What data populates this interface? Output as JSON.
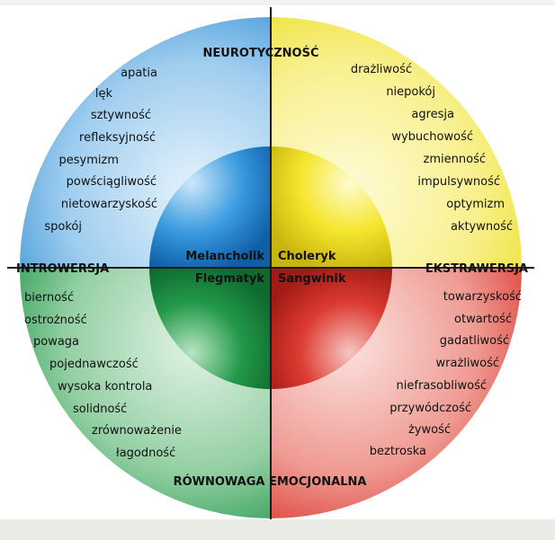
{
  "axes": {
    "top": "NEUROTYCZNOŚĆ",
    "left": "INTROWERSJA",
    "right": "EKSTRAWERSJA",
    "bottom": "RÓWNOWAGA EMOCJONALNA"
  },
  "temperaments": {
    "top_left": "Melancholik",
    "top_right": "Choleryk",
    "bottom_left": "Flegmatyk",
    "bottom_right": "Sangwinik"
  },
  "traits": {
    "top_left": [
      "apatia",
      "lęk",
      "sztywność",
      "refleksyjność",
      "pesymizm",
      "powściągliwość",
      "nietowarzyskość",
      "spokój"
    ],
    "top_right": [
      "drażliwość",
      "niepokój",
      "agresja",
      "wybuchowość",
      "zmienność",
      "impulsywność",
      "optymizm",
      "aktywność"
    ],
    "bottom_left": [
      "bierność",
      "ostrożność",
      "powaga",
      "pojednawczość",
      "wysoka kontrola",
      "solidność",
      "zrównoważenie",
      "łagodność"
    ],
    "bottom_right": [
      "towarzyskość",
      "otwartość",
      "gadatliwość",
      "wrażliwość",
      "niefrasobliwość",
      "przywódczość",
      "żywość",
      "beztroska"
    ]
  },
  "colors": {
    "top_left": "#4da3e0",
    "top_right": "#f2e84a",
    "bottom_left": "#3aa860",
    "bottom_right": "#e0413a"
  }
}
